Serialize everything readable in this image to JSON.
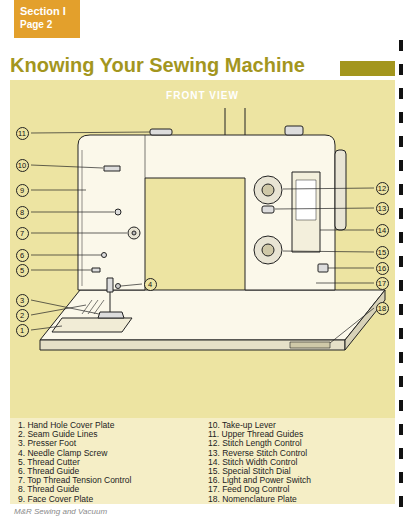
{
  "diagram": {
    "title": "Knowing Your Sewing Machine",
    "nodes": [
      {
        "text": [
          "Section I",
          "Page 2"
        ]
      },
      {
        "text": [
          "FRONT VIEW"
        ]
      },
      {
        "text": [
          "1. Hand Hole Cover Plate",
          "2. Seam Guide Lines",
          "3. Presser Foot",
          "4. Needle Clamp Screw",
          "5. Thread Cutter",
          "6. Thread Guide",
          "7. Top Thread Tension Control",
          "8. Thread Guide",
          "9. Face Cover Plate",
          "10. Take-up Lever",
          "11. Upper Thread Guides",
          "12. Stitch Length Control",
          "13. Reverse Stitch Control",
          "14. Stitch Width Control",
          "15. Special Stitch Dial",
          "16. Light and Power Switch",
          "17. Feed Dog Control",
          "18. Nomenclature Plate"
        ]
      }
    ],
    "labels": [
      "1",
      "2",
      "3",
      "4",
      "5",
      "6",
      "7",
      "8",
      "9",
      "10",
      "11",
      "12",
      "13",
      "14",
      "15",
      "16",
      "17",
      "18",
      "M&R Sewing and Vacuum"
    ]
  }
}
